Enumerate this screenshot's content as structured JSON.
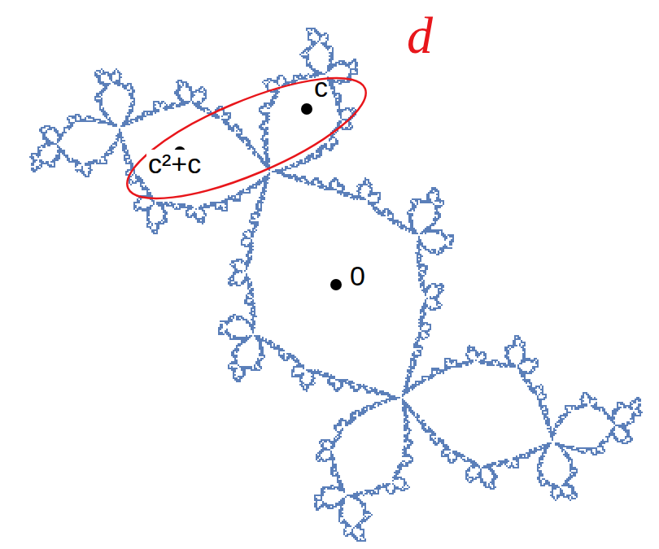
{
  "diagram": {
    "nodes": [
      {
        "text": [
          "d",
          "c",
          "c²+c"
        ]
      }
    ],
    "labels": [
      "0"
    ]
  }
}
